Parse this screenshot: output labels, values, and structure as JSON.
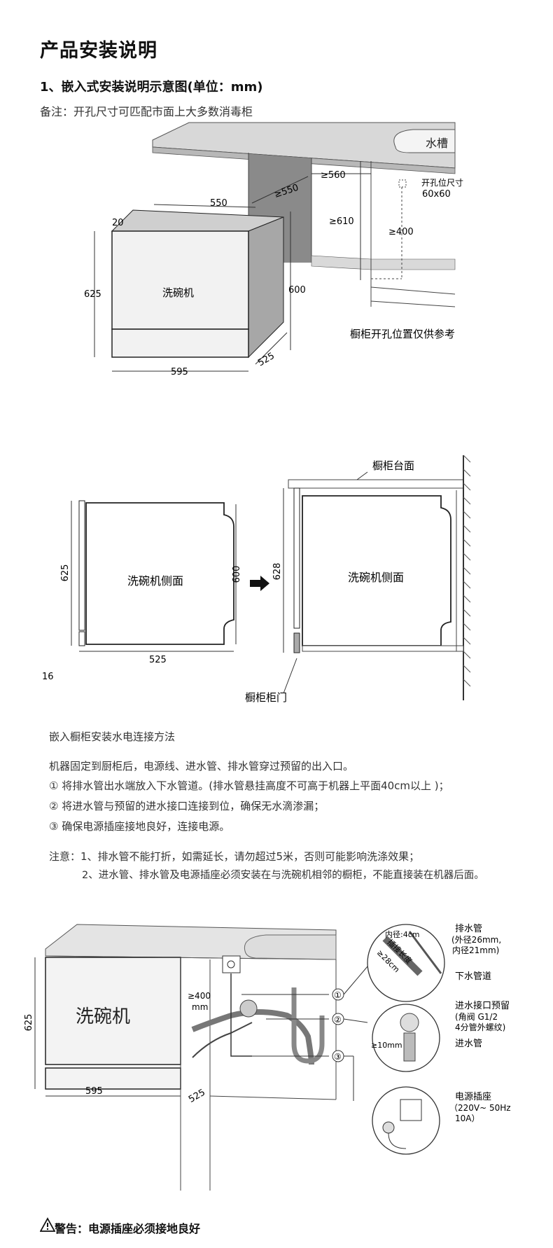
{
  "page": {
    "title": "产品安装说明",
    "section1_title": "1、嵌入式安装说明示意图(单位：mm)",
    "remark": "备注：开孔尺寸可匹配市面上大多数消毒柜"
  },
  "diagram1": {
    "sink": "水槽",
    "dim_560": "≥560",
    "dim_550a": "≥550",
    "dim_550": "550",
    "dim_20": "20",
    "dim_610": "≥610",
    "hole_label": "开孔位尺寸",
    "hole_size": "60x60",
    "dim_400": "≥400",
    "dim_625": "625",
    "dim_600": "600",
    "machine": "洗碗机",
    "dim_595": "595",
    "dim_525": "525",
    "ref_note": "橱柜开孔位置仅供参考"
  },
  "diagram2": {
    "dim_625": "625",
    "dim_16": "16",
    "side_label": "洗碗机侧面",
    "dim_600": "600",
    "dim_525": "525",
    "dim_628": "628",
    "counter": "橱柜台面",
    "side_label2": "洗碗机侧面",
    "door": "橱柜柜门"
  },
  "instructions": {
    "heading": "嵌入橱柜安装水电连接方法",
    "intro": "机器固定到厨柜后，电源线、进水管、排水管穿过预留的出入口。",
    "step1": "① 将排水管出水端放入下水管道。(排水管悬挂高度不可高于机器上平面40cm以上 )；",
    "step2": "② 将进水管与预留的进水接口连接到位，确保无水滴渗漏；",
    "step3": "③ 确保电源插座接地良好，连接电源。",
    "notice1": "注意：1、排水管不能打折，如需延长，请勿超过5米，否则可能影响洗涤效果；",
    "notice2": "2、进水管、排水管及电源插座必须安装在与洗碗机相邻的橱柜，不能直接装在机器后面。"
  },
  "diagram3": {
    "dim_625": "625",
    "machine": "洗碗机",
    "dim_595": "595",
    "dim_525": "525",
    "dim_400": "≥400",
    "dim_400_unit": "mm",
    "c1": "①",
    "c2": "②",
    "c3": "③",
    "drain_inner": "内径:4cm",
    "drain_len1": "插接长度",
    "drain_len2": "≥28cm",
    "drain_title": "排水管",
    "drain_spec1": "(外径26mm,",
    "drain_spec2": "内径21mm)",
    "sewer": "下水管道",
    "inlet_title": "进水接口预留",
    "inlet_spec1": "(角阀 G1/2",
    "inlet_spec2": "4分管外螺纹)",
    "inlet_10mm": "≥10mm",
    "inlet_pipe": "进水管",
    "socket_title": "电源插座",
    "socket_spec1": "（220V~ 50Hz",
    "socket_spec2": "10A）"
  },
  "warning": "警告：电源插座必须接地良好"
}
